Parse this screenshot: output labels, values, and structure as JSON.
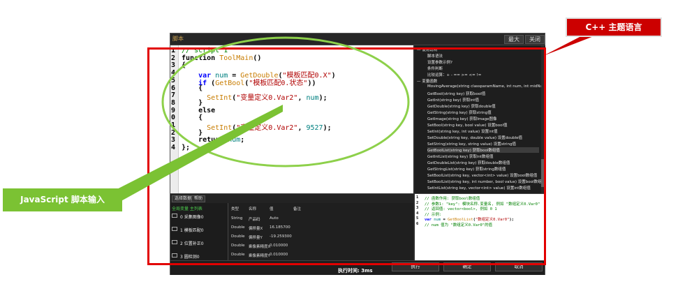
{
  "window": {
    "title": "脚本",
    "maximize_label": "最大",
    "close_label": "关闭"
  },
  "editor": {
    "lines": [
      {
        "n": "1",
        "parts": [
          {
            "t": "// script 1",
            "c": "cmt"
          }
        ]
      },
      {
        "n": "2",
        "parts": [
          {
            "t": "function ",
            "c": "pl"
          },
          {
            "t": "ToolMain",
            "c": "fn"
          },
          {
            "t": "()",
            "c": "pl"
          }
        ]
      },
      {
        "n": "3",
        "parts": [
          {
            "t": "{",
            "c": "pl"
          }
        ]
      },
      {
        "n": "4",
        "parts": [
          {
            "t": "    var ",
            "c": "kw"
          },
          {
            "t": "num",
            "c": "var"
          },
          {
            "t": " = ",
            "c": "pl"
          },
          {
            "t": "GetDouble",
            "c": "fn"
          },
          {
            "t": "(",
            "c": "pl"
          },
          {
            "t": "\"模板匹配0.X\"",
            "c": "str"
          },
          {
            "t": ")",
            "c": "pl"
          }
        ]
      },
      {
        "n": "5",
        "parts": [
          {
            "t": "    if ",
            "c": "kw"
          },
          {
            "t": "(",
            "c": "pl"
          },
          {
            "t": "GetBool",
            "c": "fn"
          },
          {
            "t": "(",
            "c": "pl"
          },
          {
            "t": "\"模板匹配0.状态\"",
            "c": "str"
          },
          {
            "t": "))",
            "c": "pl"
          }
        ]
      },
      {
        "n": "6",
        "parts": [
          {
            "t": "    {",
            "c": "pl"
          }
        ]
      },
      {
        "n": "7",
        "parts": [
          {
            "t": "      SetInt",
            "c": "fn"
          },
          {
            "t": "(",
            "c": "pl"
          },
          {
            "t": "\"变量定义0.Var2\"",
            "c": "str"
          },
          {
            "t": ", ",
            "c": "pl"
          },
          {
            "t": "num",
            "c": "var"
          },
          {
            "t": ");",
            "c": "pl"
          }
        ]
      },
      {
        "n": "8",
        "parts": [
          {
            "t": "    }",
            "c": "pl"
          }
        ]
      },
      {
        "n": "9",
        "parts": [
          {
            "t": "    else",
            "c": "pl"
          }
        ]
      },
      {
        "n": "0",
        "parts": [
          {
            "t": "    {",
            "c": "pl"
          }
        ]
      },
      {
        "n": "1",
        "parts": [
          {
            "t": "      SetInt",
            "c": "fn"
          },
          {
            "t": "(",
            "c": "pl"
          },
          {
            "t": "\"变量定义0.Var2\"",
            "c": "str"
          },
          {
            "t": ", ",
            "c": "pl"
          },
          {
            "t": "9527",
            "c": "var"
          },
          {
            "t": ");",
            "c": "pl"
          }
        ]
      },
      {
        "n": "2",
        "parts": [
          {
            "t": "    }",
            "c": "pl"
          }
        ]
      },
      {
        "n": "3",
        "parts": [
          {
            "t": "    return ",
            "c": "pl"
          },
          {
            "t": "num",
            "c": "var"
          },
          {
            "t": ";",
            "c": "pl"
          }
        ]
      },
      {
        "n": "4",
        "parts": [
          {
            "t": "};",
            "c": "pl"
          }
        ]
      }
    ]
  },
  "function_tree": {
    "items": [
      "— 使用说明",
      "脚本语法",
      "设置参数示例?",
      "条件判断",
      "比较运算：+ - == >= <= !=",
      "— 变量函数",
      "MovingAverage(string classparamName, int num, int midNum, ...)",
      "GetBool(string key) 获取bool值",
      "GetInt(string key) 获取int值",
      "GetDouble(string key) 获取double值",
      "GetString(string key) 获取string值",
      "GetImage(string key) 获取Image图像",
      "SetBool(string key, bool value) 设置bool值",
      "SetInt(string key, int value) 设置int值",
      "SetDouble(string key, double value) 设置double值",
      "SetString(string key, string value) 设置string值",
      "GetBoolList(string key) 获取bool数组值",
      "GetIntList(string key) 获取int数组值",
      "GetDoubleList(string key) 获取double数组值",
      "GetStringList(string key) 获取string数组值",
      "SetBoolList(string key, vector<int> value) 设置bool数组值",
      "SetBoolList(string key, int number, bool value) 设置bool数组值",
      "SetIntList(string key, vector<int> value) 设置int数组值"
    ],
    "highlight_index": 16
  },
  "bottom_tabs": [
    "选择数据",
    "帮助"
  ],
  "var_list": {
    "title": "全局变量 主列表",
    "items": [
      "0 采集图像0",
      "1 模板匹配0",
      "2 位置补正0",
      "3 圆检测0"
    ]
  },
  "var_table": {
    "headers": [
      "类型",
      "名称",
      "值",
      "备注"
    ],
    "rows": [
      [
        "String",
        "产品码",
        "Auto",
        ""
      ],
      [
        "Double",
        "偏移量X",
        "16.185700",
        ""
      ],
      [
        "Double",
        "偏移量Y",
        "-19.259300",
        ""
      ],
      [
        "Double",
        "乘像素精度X",
        "0.010000",
        ""
      ],
      [
        "Double",
        "乘像素精度Y",
        "0.010000",
        ""
      ]
    ]
  },
  "code_view": {
    "lines": [
      {
        "n": "1",
        "parts": [
          {
            "t": "// 函数作用: 获取bool数组值",
            "c": "cmt"
          }
        ]
      },
      {
        "n": "2",
        "parts": [
          {
            "t": "// 参数1:   \"key\": 模块名称.变量名, 例如 \"数组定义0.Var0\"",
            "c": "cmt"
          }
        ]
      },
      {
        "n": "3",
        "parts": [
          {
            "t": "// 返回值:  vector<bool>, 例如 0 1",
            "c": "cmt"
          }
        ]
      },
      {
        "n": "4",
        "parts": [
          {
            "t": "// 示例:",
            "c": "cmt"
          }
        ]
      },
      {
        "n": "5",
        "parts": [
          {
            "t": "var ",
            "c": "kw"
          },
          {
            "t": "num",
            "c": "var"
          },
          {
            "t": " = ",
            "c": "pl"
          },
          {
            "t": "GetBoolList",
            "c": "fn"
          },
          {
            "t": "(",
            "c": "pl"
          },
          {
            "t": "\"数组定义0.Var0\"",
            "c": "str"
          },
          {
            "t": ");",
            "c": "pl"
          }
        ]
      },
      {
        "n": "6",
        "parts": [
          {
            "t": "// num 值为 \"数组定义0.Var0\"的值",
            "c": "cmt"
          }
        ]
      }
    ]
  },
  "footer": {
    "exec_time_label": "执行时间: 3ms",
    "run_label": "执行",
    "ok_label": "确定",
    "cancel_label": "取消"
  },
  "callouts": {
    "cpp": "C++ 主题语言",
    "javascript": "JavaScript 脚本输入"
  },
  "colors": {
    "highlight_red": "#e20000",
    "callout_red": "#cc0000",
    "callout_green": "#7bc233",
    "ellipse_green": "#8dd04a"
  }
}
